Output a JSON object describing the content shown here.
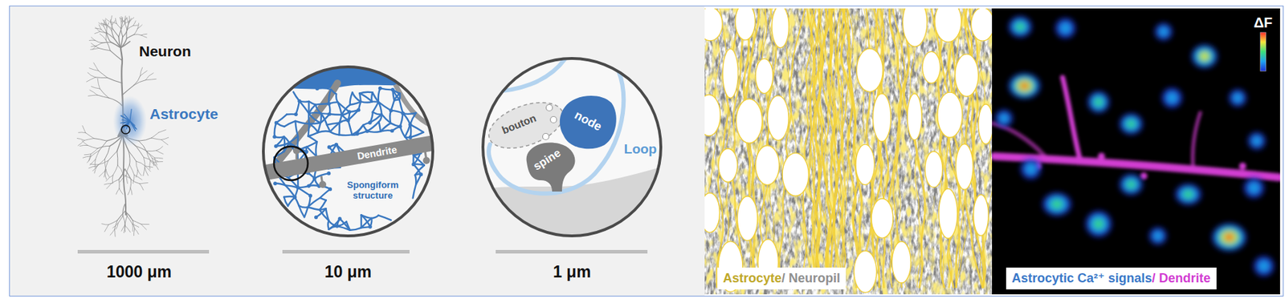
{
  "diagram": {
    "nodes": [
      {
        "text": [
          "Dendrite",
          "Spongiform structure"
        ]
      },
      {
        "text": [
          "Loop"
        ]
      },
      {
        "text": [
          "bouton"
        ],
        "in": 1
      },
      {
        "text": [
          "node"
        ],
        "in": 1
      },
      {
        "text": [
          "spine"
        ],
        "in": 1
      },
      {
        "text": [
          "Astrocyte",
          "/ Neuropil"
        ]
      },
      {
        "text": [
          "Astrocytic Ca²⁺ signals",
          "/ Dendrite"
        ]
      }
    ],
    "labels": [
      "Neuron",
      "Astrocyte",
      "1000 μm",
      "10 μm",
      "1 μm",
      "ΔF"
    ]
  }
}
